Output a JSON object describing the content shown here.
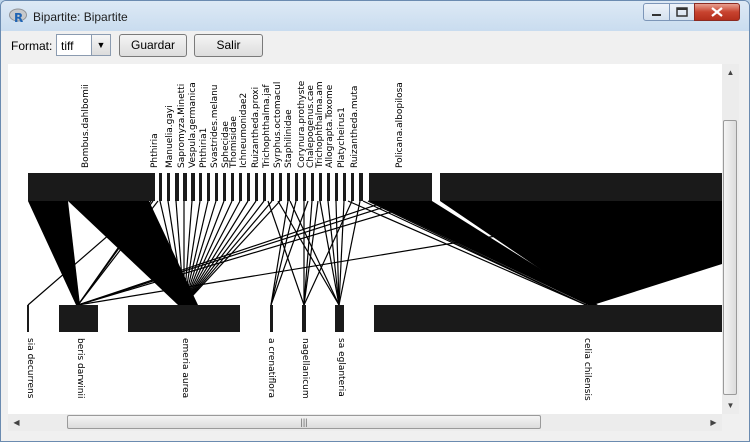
{
  "window": {
    "title": "Bipartite: Bipartite"
  },
  "toolbar": {
    "format_label": "Format:",
    "format_value": "tiff",
    "guardar_label": "Guardar",
    "salir_label": "Salir"
  },
  "plot": {
    "top_labels": [
      "Bombus.dahlbomii",
      "Phthiria",
      "Manuelia.gayi",
      "Sapromyza.Minetti",
      "Vespula.germanica",
      "Phthiria1",
      "Svastrides.melanu",
      "Sphecidae",
      "Thomisidae",
      "Ichneumonidae2",
      "Ruizantheda.proxi",
      "Trichophthalma.jaf",
      "Syrphus.octomacul",
      "Staphilinidae",
      "Corynura.prothyste",
      "Chalepogenus.cae",
      "Trichophthalma.am",
      "Allograpta.Toxome",
      "Platycheirus1",
      "Ruizantheda.muta",
      "Policana.albopilosa"
    ],
    "bottom_labels": [
      "sia decurrens",
      "beris darwinii",
      "emeria aurea",
      "a crenatiflora",
      "nagellanicum",
      "sa eglanteria",
      "celia chilensis"
    ]
  },
  "scrollbar": {
    "grip": "|||"
  }
}
